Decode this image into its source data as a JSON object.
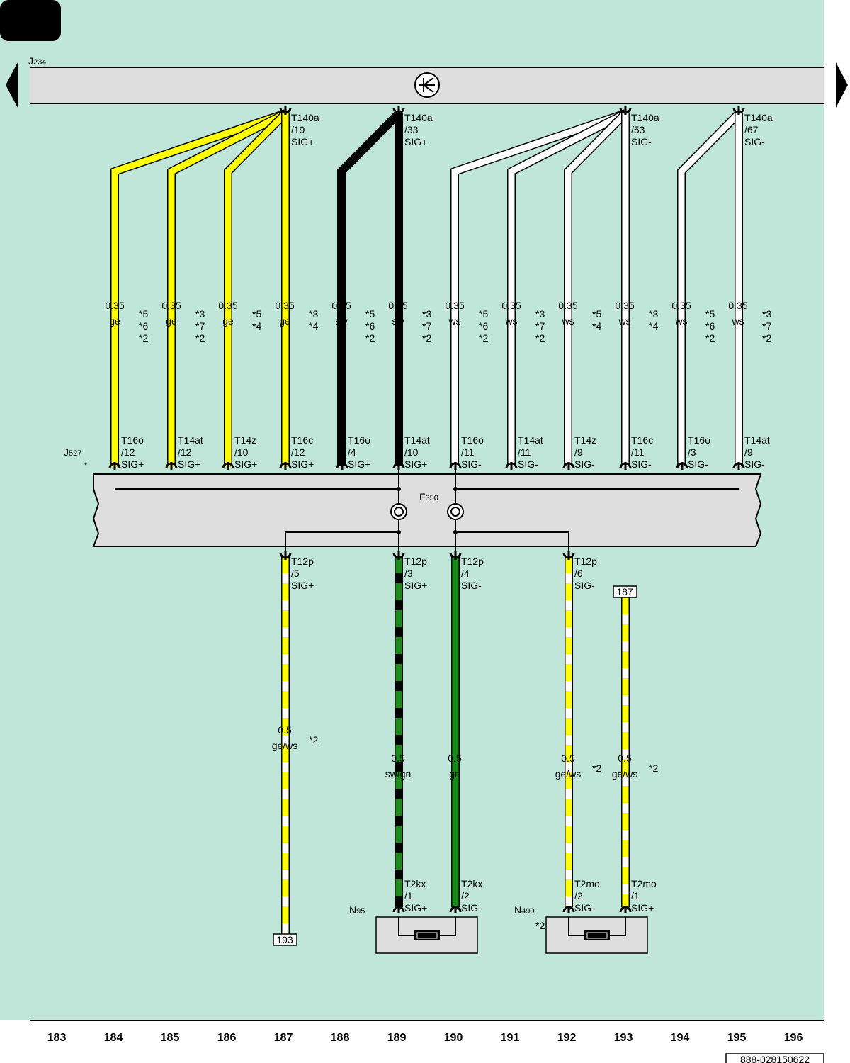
{
  "colors": {
    "background": "#bfe6d8",
    "module": "#dedede",
    "ge": "#ffff00",
    "sw": "#000000",
    "ws": "#ffffff",
    "gn": "#1a8a1a"
  },
  "j234": {
    "letter": "J",
    "num": "234"
  },
  "j527": {
    "letter": "J",
    "num": "527",
    "star": "*"
  },
  "f350": {
    "letter": "F",
    "num": "350"
  },
  "n95": {
    "letter": "N",
    "num": "95"
  },
  "n490": {
    "letter": "N",
    "num": "490",
    "note": "*2"
  },
  "j234_pins": [
    {
      "a": "T140a",
      "b": "/19",
      "c": "SIG+"
    },
    {
      "a": "T140a",
      "b": "/33",
      "c": "SIG+"
    },
    {
      "a": "T140a",
      "b": "/53",
      "c": "SIG-"
    },
    {
      "a": "T140a",
      "b": "/67",
      "c": "SIG-"
    }
  ],
  "upper_wires": [
    {
      "size": "0.35",
      "color": "ge",
      "notes": [
        "*5",
        "*6",
        "*2"
      ],
      "pin": [
        "T16o",
        "/12",
        "SIG+"
      ]
    },
    {
      "size": "0.35",
      "color": "ge",
      "notes": [
        "*3",
        "*7",
        "*2"
      ],
      "pin": [
        "T14at",
        "/12",
        "SIG+"
      ]
    },
    {
      "size": "0.35",
      "color": "ge",
      "notes": [
        "*5",
        "*4"
      ],
      "pin": [
        "T14z",
        "/10",
        "SIG+"
      ]
    },
    {
      "size": "0.35",
      "color": "ge",
      "notes": [
        "*3",
        "*4"
      ],
      "pin": [
        "T16c",
        "/12",
        "SIG+"
      ]
    },
    {
      "size": "0.35",
      "color": "sw",
      "notes": [
        "*5",
        "*6",
        "*2"
      ],
      "pin": [
        "T16o",
        "/4",
        "SIG+"
      ]
    },
    {
      "size": "0.35",
      "color": "sw",
      "notes": [
        "*3",
        "*7",
        "*2"
      ],
      "pin": [
        "T14at",
        "/10",
        "SIG+"
      ]
    },
    {
      "size": "0.35",
      "color": "ws",
      "notes": [
        "*5",
        "*6",
        "*2"
      ],
      "pin": [
        "T16o",
        "/11",
        "SIG-"
      ]
    },
    {
      "size": "0.35",
      "color": "ws",
      "notes": [
        "*3",
        "*7",
        "*2"
      ],
      "pin": [
        "T14at",
        "/11",
        "SIG-"
      ]
    },
    {
      "size": "0.35",
      "color": "ws",
      "notes": [
        "*5",
        "*4"
      ],
      "pin": [
        "T14z",
        "/9",
        "SIG-"
      ]
    },
    {
      "size": "0.35",
      "color": "ws",
      "notes": [
        "*3",
        "*4"
      ],
      "pin": [
        "T16c",
        "/11",
        "SIG-"
      ]
    },
    {
      "size": "0.35",
      "color": "ws",
      "notes": [
        "*5",
        "*6",
        "*2"
      ],
      "pin": [
        "T16o",
        "/3",
        "SIG-"
      ]
    },
    {
      "size": "0.35",
      "color": "ws",
      "notes": [
        "*3",
        "*7",
        "*2"
      ],
      "pin": [
        "T14at",
        "/9",
        "SIG-"
      ]
    }
  ],
  "lower_pins": [
    {
      "a": "T12p",
      "b": "/5",
      "c": "SIG+"
    },
    {
      "a": "T12p",
      "b": "/3",
      "c": "SIG+"
    },
    {
      "a": "T12p",
      "b": "/4",
      "c": "SIG-"
    },
    {
      "a": "T12p",
      "b": "/6",
      "c": "SIG-"
    }
  ],
  "lower_wires": [
    {
      "size": "0.5",
      "color": "ge/ws",
      "note": "*2"
    },
    {
      "size": "0.5",
      "color": "sw/gn",
      "note": ""
    },
    {
      "size": "0.5",
      "color": "gn",
      "note": ""
    },
    {
      "size": "0.5",
      "color": "ge/ws",
      "note": "*2"
    },
    {
      "size": "0.5",
      "color": "ge/ws",
      "note": "*2"
    }
  ],
  "ref_boxes": {
    "top": "187",
    "bottom": "193"
  },
  "device_pins": [
    {
      "a": "T2kx",
      "b": "/1",
      "c": "SIG+"
    },
    {
      "a": "T2kx",
      "b": "/2",
      "c": "SIG-"
    },
    {
      "a": "T2mo",
      "b": "/2",
      "c": "SIG-"
    },
    {
      "a": "T2mo",
      "b": "/1",
      "c": "SIG+"
    }
  ],
  "columns": [
    "183",
    "184",
    "185",
    "186",
    "187",
    "188",
    "189",
    "190",
    "191",
    "192",
    "193",
    "194",
    "195",
    "196"
  ],
  "doc_code": "888-028150622"
}
